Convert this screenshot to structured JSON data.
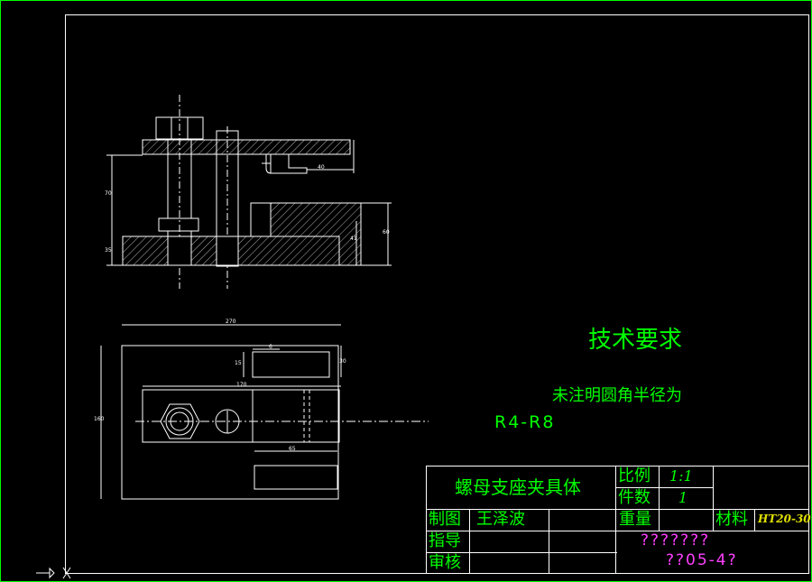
{
  "colors": {
    "background": "#000000",
    "border": "#00ff00",
    "drawing": "#ffffff",
    "technical_text": "#00ff00",
    "title_block_text": "#00ff00",
    "material_text": "#ffff00",
    "unresolved_text": "#ff40ff"
  },
  "technical_requirements": {
    "title": "技术要求",
    "note_line1": "未注明圆角半径为",
    "note_line2": "R4-R8"
  },
  "title_block": {
    "part_name": "螺母支座夹具体",
    "scale_label": "比例",
    "scale_value": "1:1",
    "quantity_label": "件数",
    "quantity_value": "1",
    "drawn_label": "制图",
    "drawn_by": "王泽波",
    "weight_label": "重量",
    "material_label": "材料",
    "material_value": "HT20-30",
    "instructor_label": "指导",
    "review_label": "审核",
    "school_text": "???????",
    "drawing_number": "??05-4?"
  },
  "dimensions": {
    "front_view": [
      "40",
      "70",
      "35",
      "60",
      "41"
    ],
    "top_view": [
      "270",
      "6",
      "15",
      "30",
      "170",
      "65",
      "160"
    ]
  },
  "icons": [
    "origin-arrow-icon",
    "origin-cross-icon"
  ]
}
